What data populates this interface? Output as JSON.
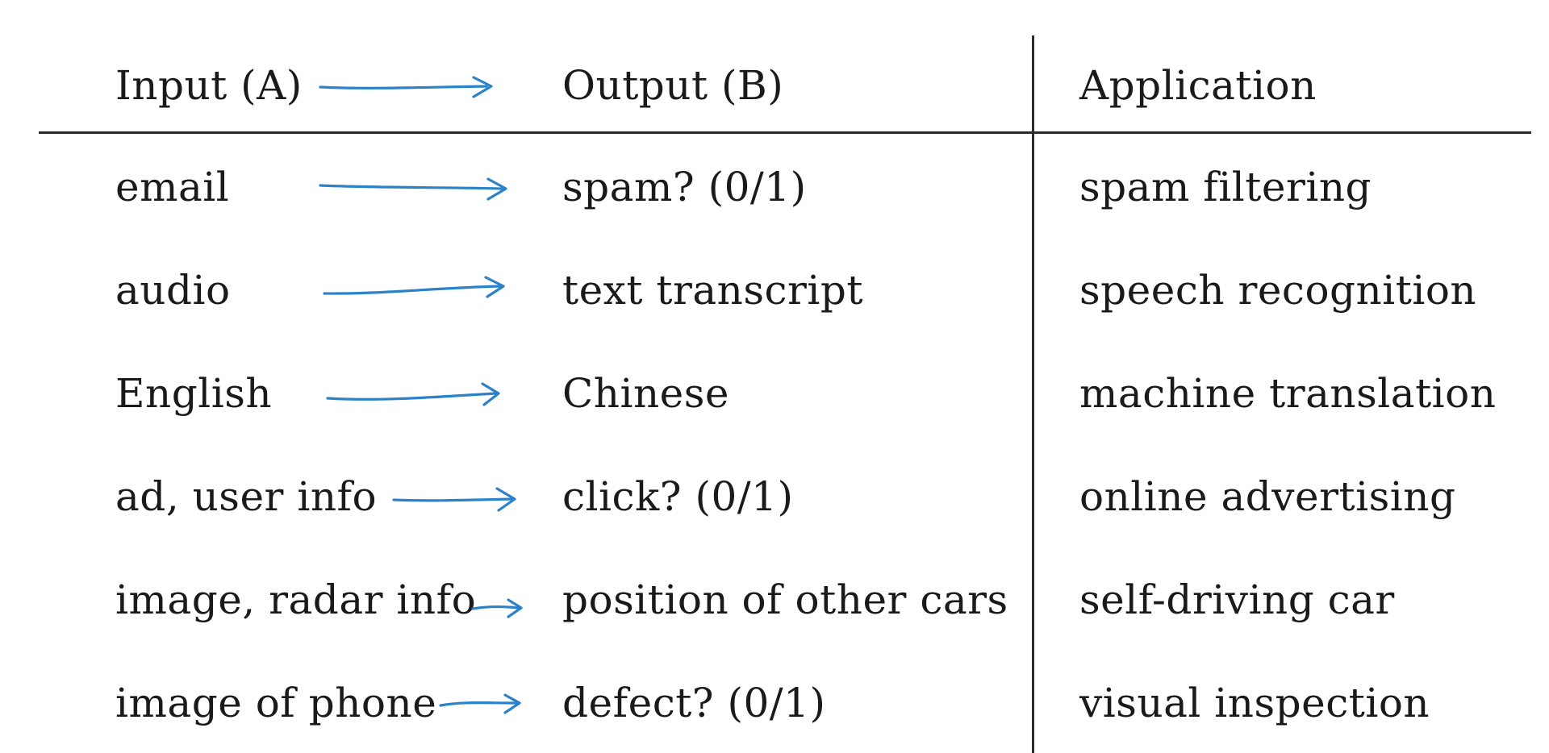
{
  "header": {
    "input": "Input (A)",
    "output": "Output (B)",
    "application": "Application"
  },
  "rows": [
    {
      "input": "email",
      "output": "spam? (0/1)",
      "application": "spam filtering"
    },
    {
      "input": "audio",
      "output": "text transcript",
      "application": "speech recognition"
    },
    {
      "input": "English",
      "output": "Chinese",
      "application": "machine translation"
    },
    {
      "input": "ad, user info",
      "output": "click? (0/1)",
      "application": "online advertising"
    },
    {
      "input": "image, radar info",
      "output": "position of other cars",
      "application": "self-driving car"
    },
    {
      "input": "image of phone",
      "output": "defect? (0/1)",
      "application": "visual inspection"
    }
  ],
  "colors": {
    "arrow": "#2b82c9",
    "text": "#1a1a1a",
    "rule": "#2a2a2a",
    "background": "#ffffff"
  },
  "icons": {
    "arrow": "right-arrow-icon"
  }
}
